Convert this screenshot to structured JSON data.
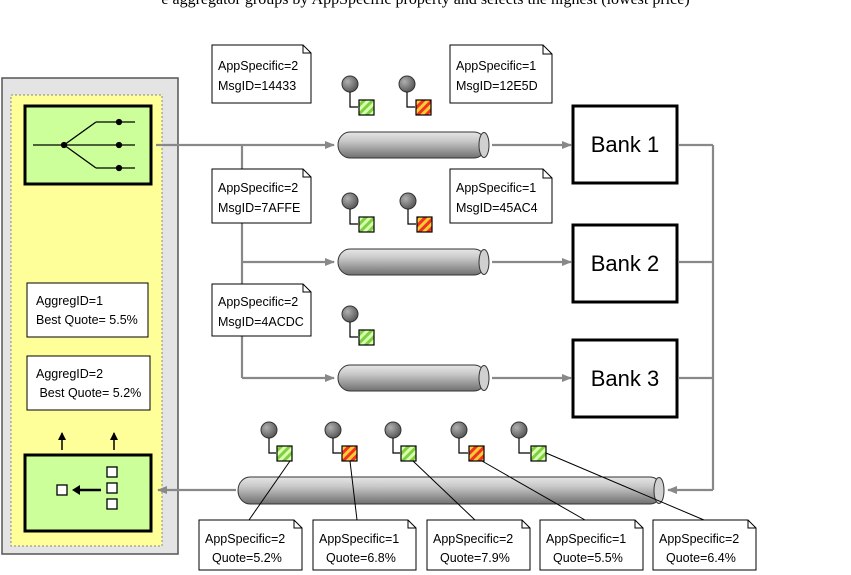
{
  "caption_fragment": "e aggregator groups by AppSpecific property and selects the highest (lowest price)",
  "banks": [
    {
      "label": "Bank 1"
    },
    {
      "label": "Bank 2"
    },
    {
      "label": "Bank 3"
    }
  ],
  "request_notes": [
    {
      "line1": "AppSpecific=2",
      "line2": "MsgID=14433",
      "marker": "green"
    },
    {
      "line1": "AppSpecific=1",
      "line2": "MsgID=12E5D",
      "marker": "red"
    },
    {
      "line1": "AppSpecific=2",
      "line2": "MsgID=7AFFE",
      "marker": "green"
    },
    {
      "line1": "AppSpecific=1",
      "line2": "MsgID=45AC4",
      "marker": "red"
    },
    {
      "line1": "AppSpecific=2",
      "line2": "MsgID=4ACDC",
      "marker": "green"
    }
  ],
  "reply_notes": [
    {
      "line1": "AppSpecific=2",
      "line2": "Quote=5.2%",
      "marker": "green"
    },
    {
      "line1": "AppSpecific=1",
      "line2": "Quote=6.8%",
      "marker": "red"
    },
    {
      "line1": "AppSpecific=2",
      "line2": "Quote=7.9%",
      "marker": "green"
    },
    {
      "line1": "AppSpecific=1",
      "line2": "Quote=5.5%",
      "marker": "red"
    },
    {
      "line1": "AppSpecific=2",
      "line2": "Quote=6.4%",
      "marker": "green"
    }
  ],
  "aggregates": [
    {
      "line1": "AggregID=1",
      "line2": "Best Quote= 5.5%"
    },
    {
      "line1": "AggregID=2",
      "line2": " Best Quote= 5.2%"
    }
  ],
  "colors": {
    "panel_border": "#555555",
    "panel_fill": "#ffff99",
    "component_fill": "#ccff99",
    "marker_green": "#66cc33",
    "marker_red": "#ee3322",
    "pipe": "#999999",
    "arrow": "#888888"
  }
}
